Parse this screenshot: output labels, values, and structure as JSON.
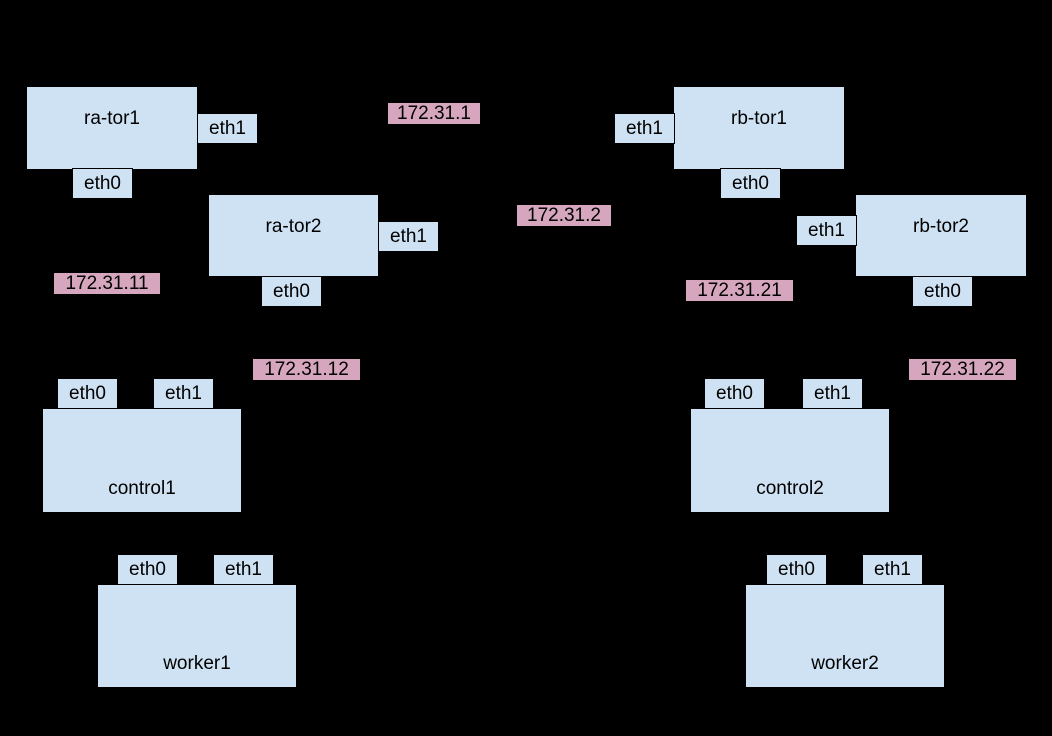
{
  "palette": {
    "background": "#000000",
    "node_fill": "#cfe2f3",
    "node_border": "#000000",
    "ip_fill": "#d5a6bd",
    "text": "#000000"
  },
  "nodes": [
    {
      "name": "ra-tor1",
      "interfaces": [
        "eth0",
        "eth1"
      ]
    },
    {
      "name": "ra-tor2",
      "interfaces": [
        "eth0",
        "eth1"
      ]
    },
    {
      "name": "rb-tor1",
      "interfaces": [
        "eth0",
        "eth1"
      ]
    },
    {
      "name": "rb-tor2",
      "interfaces": [
        "eth0",
        "eth1"
      ]
    },
    {
      "name": "control1",
      "interfaces": [
        "eth0",
        "eth1"
      ]
    },
    {
      "name": "control2",
      "interfaces": [
        "eth0",
        "eth1"
      ]
    },
    {
      "name": "worker1",
      "interfaces": [
        "eth0",
        "eth1"
      ]
    },
    {
      "name": "worker2",
      "interfaces": [
        "eth0",
        "eth1"
      ]
    }
  ],
  "ip_labels": [
    "172.31.1",
    "172.31.2",
    "172.31.11",
    "172.31.21",
    "172.31.12",
    "172.31.22"
  ]
}
